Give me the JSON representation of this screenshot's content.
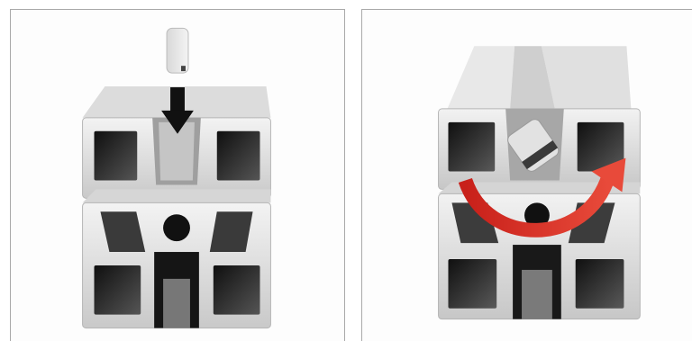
{
  "panels": [
    {
      "id": "left",
      "caption": "",
      "step": "insert",
      "arrow_icon": "arrow-down-icon",
      "arrow_color": "#111111"
    },
    {
      "id": "right",
      "caption": "",
      "step": "rotate",
      "arrow_icon": "curved-arrow-icon",
      "arrow_color": "#d9261c"
    }
  ],
  "colors": {
    "frame_border": "#a9a9a9",
    "aluminum_light": "#e6e6e6",
    "aluminum_mid": "#bdbdbd",
    "cavity_dark": "#2a2a2a"
  }
}
